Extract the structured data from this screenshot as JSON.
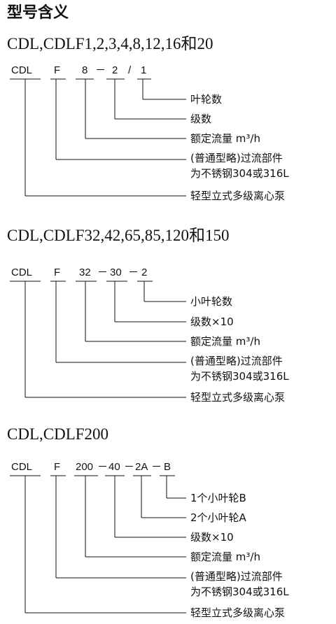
{
  "title": "型号含义",
  "sections": [
    {
      "heading": "CDL,CDLF1,2,3,4,8,12,16和20",
      "code": [
        "CDL",
        "F",
        "8",
        "－",
        "2",
        "/",
        "1"
      ],
      "labels": [
        "叶轮数",
        "级数",
        "额定流量 m³/h",
        "(普通型略)过流部件\n为不锈钢304或316L",
        "轻型立式多级离心泵"
      ]
    },
    {
      "heading": "CDL,CDLF32,42,65,85,120和150",
      "code": [
        "CDL",
        "F",
        "32",
        "－",
        "30",
        "－",
        "2"
      ],
      "labels": [
        "小叶轮数",
        "级数×10",
        "额定流量 m³/h",
        "(普通型略)过流部件\n为不锈钢304或316L",
        "轻型立式多级离心泵"
      ]
    },
    {
      "heading": "CDL,CDLF200",
      "code": [
        "CDL",
        "F",
        "200",
        "－",
        "40",
        "－",
        "2A",
        "－",
        "B"
      ],
      "labels": [
        "1个小叶轮B",
        "2个小叶轮A",
        "级数×10",
        "额定流量 m³/h",
        "(普通型略)过流部件\n为不锈钢304或316L",
        "轻型立式多级离心泵"
      ]
    }
  ]
}
